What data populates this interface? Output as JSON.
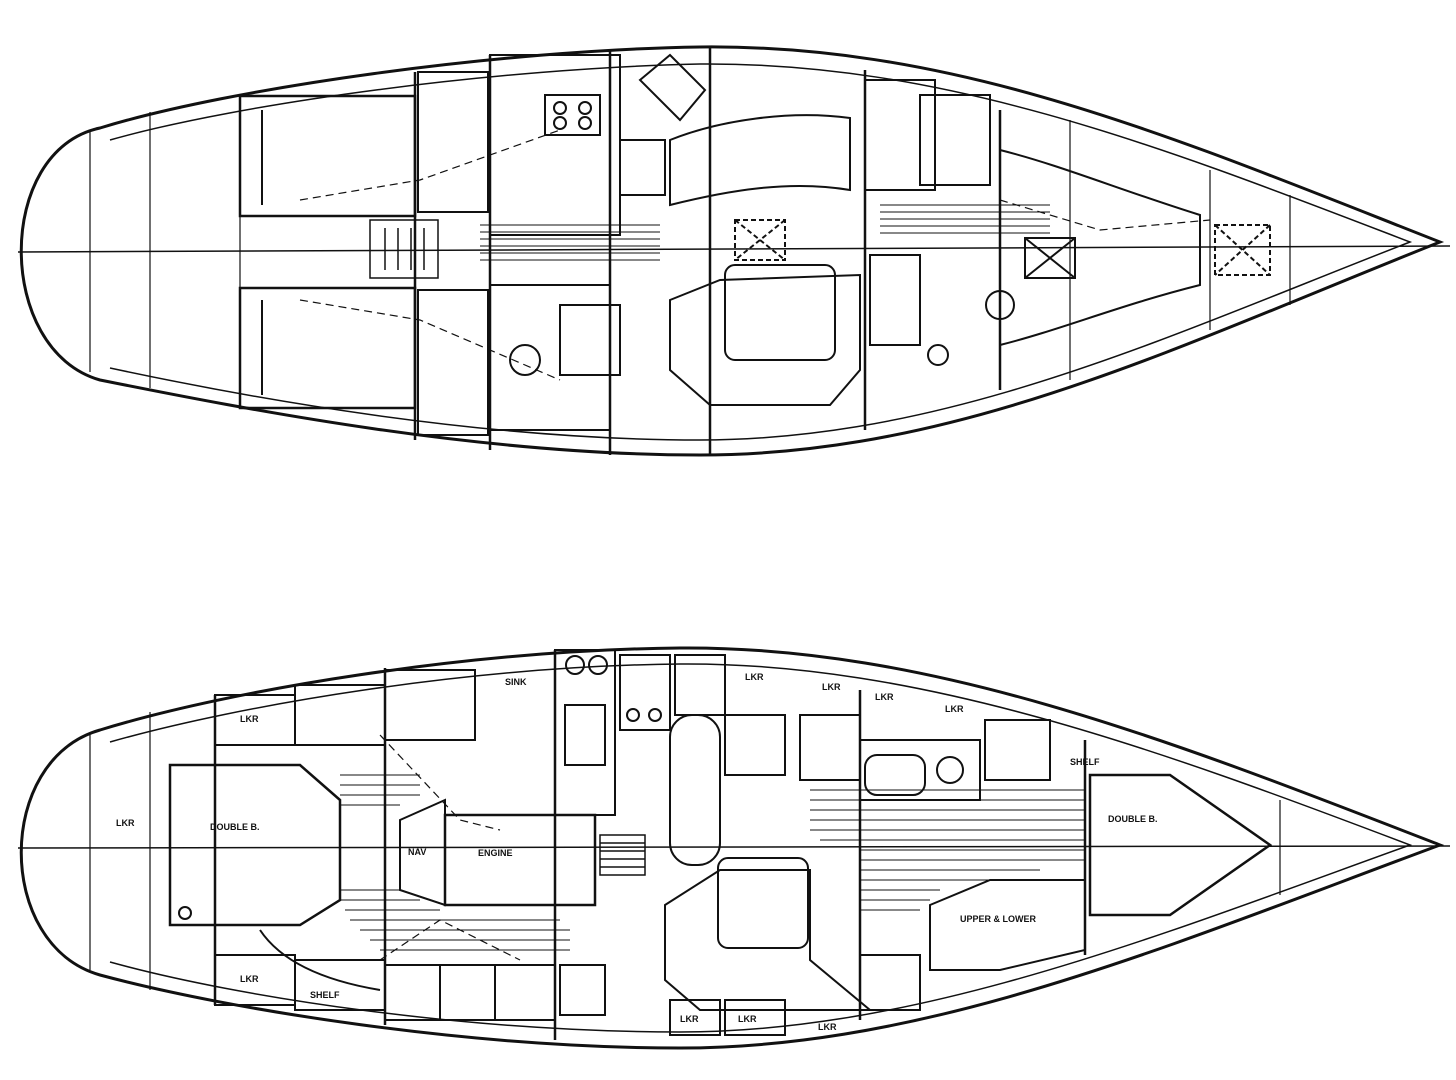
{
  "image": {
    "kind": "sailboat-accommodation-plans",
    "line_color": "#111111",
    "background": "#ffffff"
  },
  "plans": [
    {
      "id": "upper-layout",
      "labels": []
    },
    {
      "id": "lower-layout",
      "labels": [
        {
          "key": "stbd-locker-1",
          "text": "LKR"
        },
        {
          "key": "stbd-locker-2",
          "text": "LKR"
        },
        {
          "key": "stbd-locker-3",
          "text": "LKR"
        },
        {
          "key": "stbd-locker-4",
          "text": "LKR"
        },
        {
          "key": "stbd-locker-5",
          "text": "LKR"
        },
        {
          "key": "galley-top",
          "text": "SINK"
        },
        {
          "key": "aft-double",
          "text": "DOUBLE B."
        },
        {
          "key": "engine",
          "text": "ENGINE"
        },
        {
          "key": "nav",
          "text": "NAV"
        },
        {
          "key": "fwd-double",
          "text": "DOUBLE B."
        },
        {
          "key": "upper-lower",
          "text": "UPPER & LOWER"
        },
        {
          "key": "shelf-fwd",
          "text": "SHELF"
        },
        {
          "key": "port-lkr",
          "text": "LKR"
        },
        {
          "key": "port-shelf",
          "text": "SHELF"
        },
        {
          "key": "port-locker-a",
          "text": "LKR"
        },
        {
          "key": "port-locker-b",
          "text": "LKR"
        },
        {
          "key": "port-locker-c",
          "text": "LKR"
        },
        {
          "key": "transom",
          "text": "LKR"
        }
      ]
    }
  ]
}
